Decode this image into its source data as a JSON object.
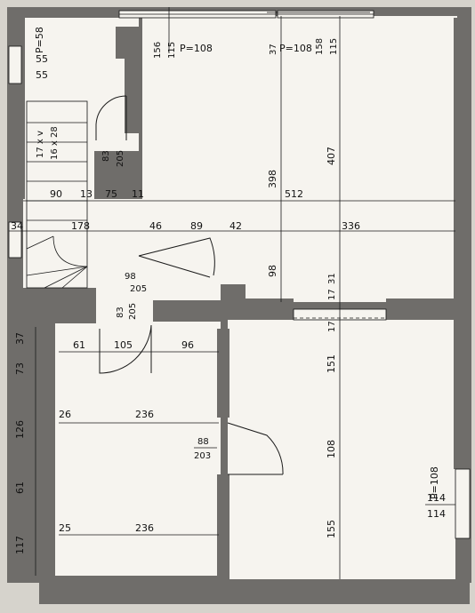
{
  "labels": {
    "p58": "P=58",
    "l55a": "55",
    "l55b": "55",
    "stair1": "17 x v",
    "stair2": "16 x 28",
    "d83": "83",
    "d205a": "205",
    "v156": "156",
    "v115a": "115",
    "p108a": "P=108",
    "v37a": "37",
    "p108b": "P=108",
    "v158": "158",
    "v115b": "115",
    "v407": "407",
    "v398": "398",
    "h90": "90",
    "h13": "13",
    "h75": "75",
    "h11": "11",
    "h512": "512",
    "h34": "34",
    "h178": "178",
    "h46": "46",
    "h89": "89",
    "h42": "42",
    "h336": "336",
    "v98": "98",
    "d98": "98",
    "d205b": "205",
    "d83b": "83",
    "d205c": "205",
    "v17a": "17",
    "v31": "31",
    "v17b": "17",
    "v37b": "37",
    "h61": "61",
    "h105": "105",
    "h96": "96",
    "v73": "73",
    "v151": "151",
    "h26": "26",
    "h236a": "236",
    "v126": "126",
    "d88": "88",
    "d203": "203",
    "v108": "108",
    "p108c": "P=108",
    "w114a": "114",
    "w114b": "114",
    "v61": "61",
    "h25": "25",
    "h236b": "236",
    "v155": "155",
    "v117": "117"
  }
}
